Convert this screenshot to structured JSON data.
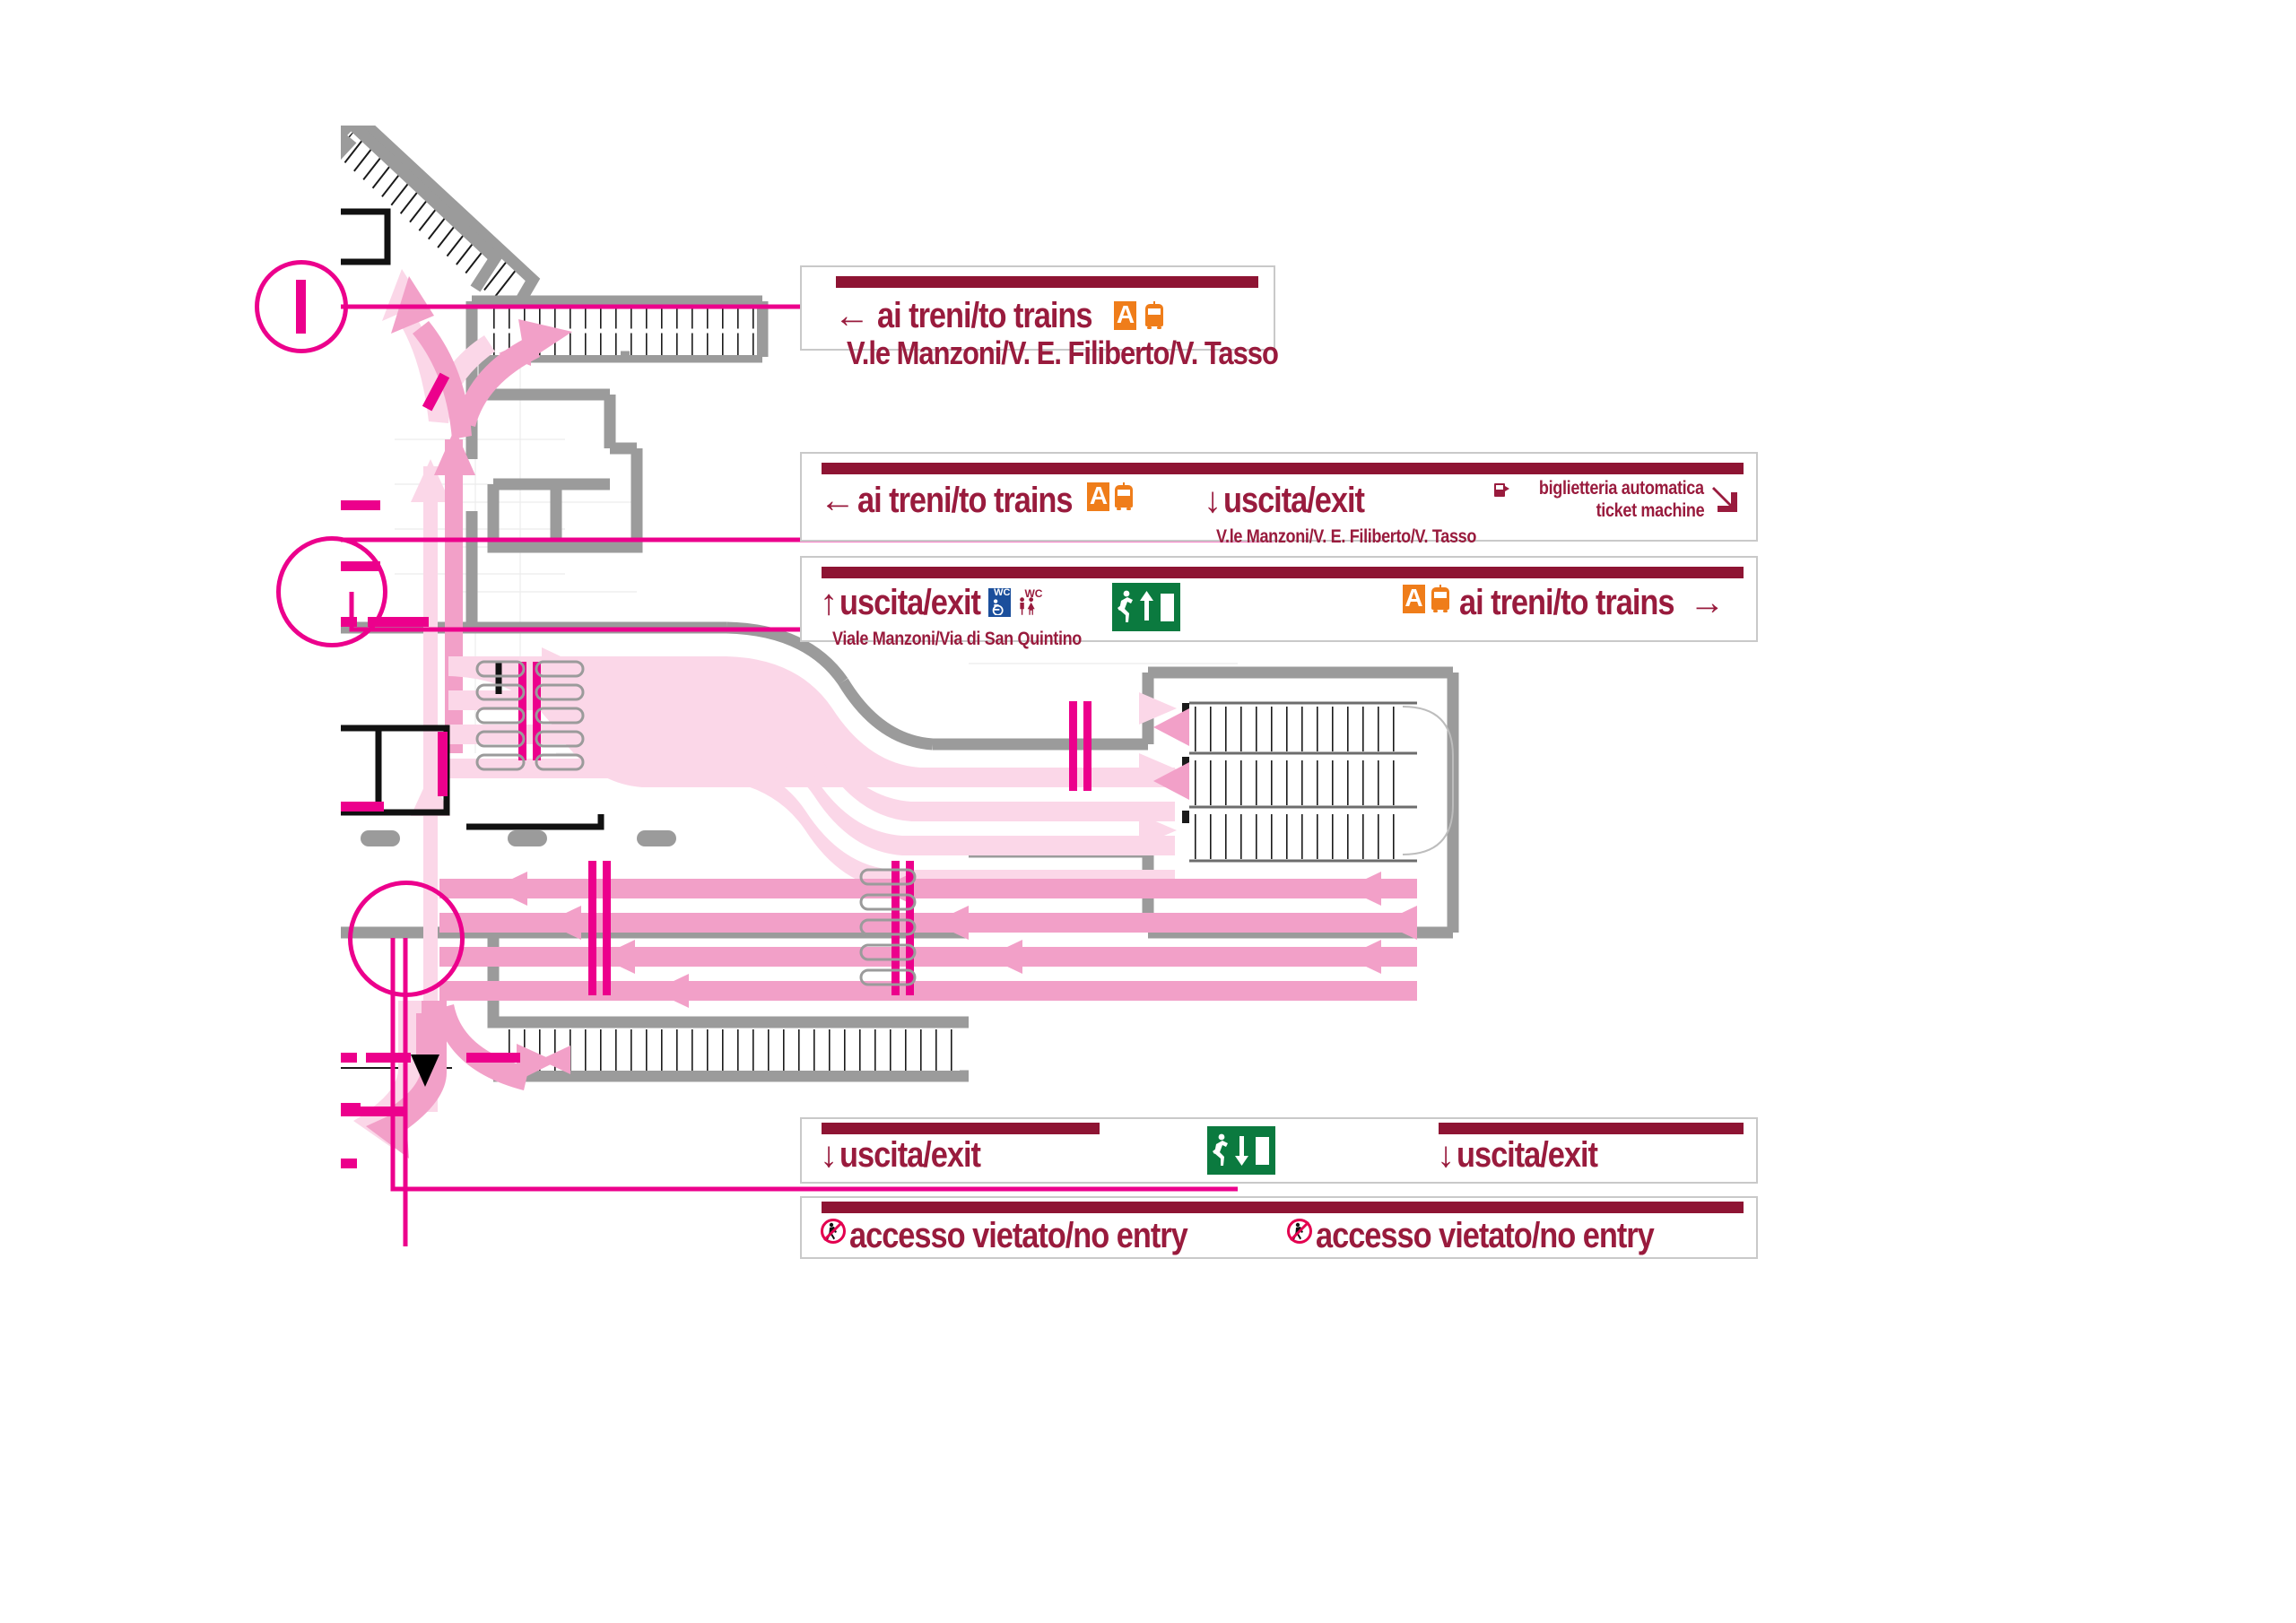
{
  "document": {
    "title": "Stazione Manzoni - segnaletica di orientamento",
    "kind": "station wayfinding signage plan"
  },
  "colors": {
    "sign_text": "#991b3d",
    "sign_bar": "#8e1433",
    "metro_orange": "#ef7d1a",
    "emergency_green": "#0b7a3f",
    "wc_blue": "#1b4f9c",
    "flow_pink": "#f2a0c8",
    "flow_pink_light": "#fbd7e8",
    "marker_magenta": "#ec008c",
    "wall_gray": "#9b9b9b"
  },
  "signs": [
    {
      "id": "sign-1",
      "name": "ai-treni-manzoni-filiberto-tasso",
      "rows": [
        {
          "items": [
            {
              "type": "arrow",
              "glyph": "←",
              "name": "arrow-left-icon"
            },
            {
              "type": "text",
              "value": "ai treni/to trains"
            },
            {
              "type": "badge",
              "value": "A",
              "name": "metro-line-a-badge"
            },
            {
              "type": "icon",
              "name": "tram-icon"
            }
          ]
        },
        {
          "items": [
            {
              "type": "subtext",
              "value": "V.le Manzoni/V. E. Filiberto/V. Tasso"
            }
          ]
        }
      ]
    },
    {
      "id": "sign-2",
      "name": "ai-treni-uscita-biglietteria",
      "groups": [
        {
          "name": "ai-treni-group",
          "main": "ai treni/to trains",
          "arrow": "←",
          "arrow_position": "before",
          "badges": [
            "A",
            "tram"
          ]
        },
        {
          "name": "uscita-group",
          "main": "uscita/exit",
          "arrow": "↓",
          "arrow_position": "before",
          "sub": "V.le Manzoni/V. E. Filiberto/V. Tasso"
        },
        {
          "name": "biglietteria-group",
          "line1": "biglietteria automatica",
          "line2": "ticket machine",
          "icon": "ticket-machine-icon",
          "arrow": "diagonal-down-right"
        }
      ]
    },
    {
      "id": "sign-3",
      "name": "uscita-manzoni-quintino-ai-treni",
      "groups": [
        {
          "name": "uscita-group",
          "main": "uscita/exit",
          "arrow": "↑",
          "arrow_position": "before",
          "sub": "Viale Manzoni/Via di San Quintino",
          "icons": [
            "wc-accessible-icon",
            "wc-icon"
          ]
        },
        {
          "name": "emergency-exit-group",
          "icon": "emergency-exit-up-icon"
        },
        {
          "name": "ai-treni-group",
          "main": "ai treni/to trains",
          "arrow": "→",
          "arrow_position": "after",
          "badges": [
            "A",
            "tram"
          ]
        }
      ]
    },
    {
      "id": "sign-4",
      "name": "uscita-exit-double",
      "groups": [
        {
          "name": "uscita-left",
          "main": "uscita/exit",
          "arrow": "↓"
        },
        {
          "name": "emergency-exit-down",
          "icon": "emergency-exit-down-icon"
        },
        {
          "name": "uscita-right",
          "main": "uscita/exit",
          "arrow": "↓"
        }
      ]
    },
    {
      "id": "sign-5",
      "name": "accesso-vietato-double",
      "groups": [
        {
          "name": "no-entry-left",
          "main": "accesso vietato/no entry",
          "icon": "no-pedestrian-icon"
        },
        {
          "name": "no-entry-right",
          "main": "accesso vietato/no entry",
          "icon": "no-pedestrian-icon"
        }
      ]
    }
  ],
  "map": {
    "name": "station-floor-plan",
    "callouts": [
      {
        "name": "callout-marker-1",
        "links_to": "sign-1"
      },
      {
        "name": "callout-marker-2",
        "links_to": "sign-2-and-3"
      },
      {
        "name": "callout-marker-3",
        "links_to": "sign-4-and-5"
      }
    ],
    "legend_elements": [
      "pedestrian-flow-arrow",
      "stairs",
      "escalator",
      "ticket-gate",
      "wall",
      "sign-position-marker"
    ]
  }
}
